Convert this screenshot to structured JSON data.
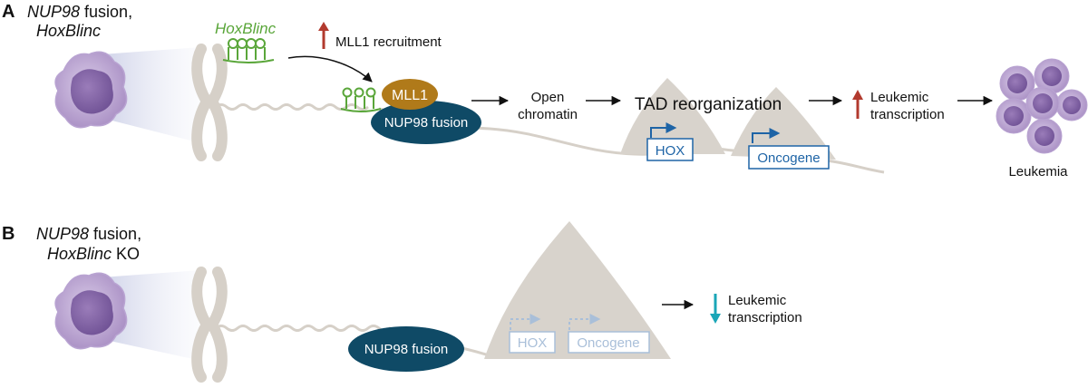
{
  "panel_a": {
    "letter": "A",
    "gene_line1": "NUP98",
    "fusion_suffix": " fusion,",
    "line2": "HoxBlinc",
    "lncrna_label": "HoxBlinc",
    "recruit_label": "MLL1 recruitment",
    "mll1_label": "MLL1",
    "nup98_label": "NUP98 fusion",
    "open_line1": "Open",
    "open_line2": "chromatin",
    "tad_label": "TAD reorganization",
    "hox_label": "HOX",
    "oncogene_label": "Oncogene",
    "leukemic_line1": "Leukemic",
    "leukemic_line2": "transcription",
    "leukemia_label": "Leukemia"
  },
  "panel_b": {
    "letter": "B",
    "gene_line1": "NUP98",
    "fusion_suffix": " fusion,",
    "line2_italic": "HoxBlinc",
    "line2_suffix": " KO",
    "nup98_label": "NUP98 fusion",
    "hox_label": "HOX",
    "oncogene_label": "Oncogene",
    "leukemic_line1": "Leukemic",
    "leukemic_line2": "transcription"
  },
  "colors": {
    "up_arrow": "#b23a2e",
    "down_arrow": "#1aa6b7",
    "lncrna": "#5aa63a",
    "mll1": "#b07a1a",
    "nup98": "#0f4a66",
    "gene_box": "#1e64a6",
    "gene_box_faded": "#a9bfd9",
    "chromatin": "#d8d3cc",
    "tad": "#d8d3cc",
    "cell": "#a98fc4"
  }
}
